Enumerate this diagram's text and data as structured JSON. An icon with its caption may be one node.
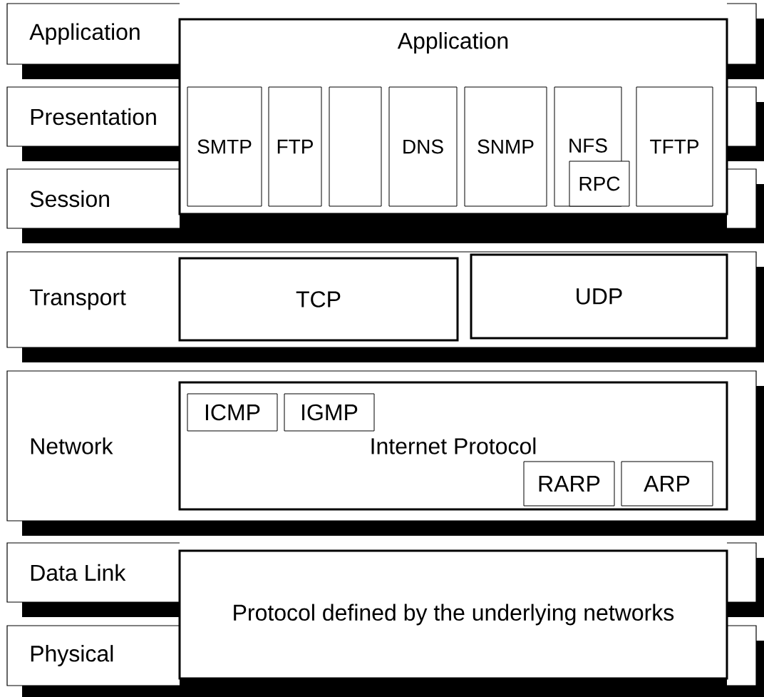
{
  "diagram": {
    "nodes": [
      {
        "text": [
          "Application"
        ]
      },
      {
        "text": [
          "Presentation"
        ]
      },
      {
        "text": [
          "Session"
        ]
      },
      {
        "text": [
          "Application"
        ]
      },
      {
        "text": [
          "SMTP"
        ],
        "in": 3
      },
      {
        "text": [
          "FTP"
        ],
        "in": 3
      },
      {
        "text": [],
        "shape": "box",
        "in": 3
      },
      {
        "text": [
          "DNS"
        ],
        "in": 3
      },
      {
        "text": [
          "SNMP"
        ],
        "in": 3
      },
      {
        "text": [
          "NFS"
        ],
        "in": 3
      },
      {
        "text": [
          "RPC"
        ],
        "in": 3
      },
      {
        "text": [
          "TFTP"
        ],
        "in": 3
      },
      {
        "text": [
          "Transport"
        ]
      },
      {
        "text": [
          "TCP"
        ],
        "in": 12
      },
      {
        "text": [
          "UDP"
        ],
        "in": 12
      },
      {
        "text": [
          "Network"
        ]
      },
      {
        "text": [
          "Internet Protocol"
        ],
        "in": 15
      },
      {
        "text": [
          "ICMP"
        ],
        "in": 16
      },
      {
        "text": [
          "IGMP"
        ],
        "in": 16
      },
      {
        "text": [
          "RARP"
        ],
        "in": 16
      },
      {
        "text": [
          "ARP"
        ],
        "in": 16
      },
      {
        "text": [
          "Data Link"
        ]
      },
      {
        "text": [
          "Physical"
        ]
      },
      {
        "text": [
          "Protocol defined by the underlying networks"
        ]
      }
    ]
  }
}
